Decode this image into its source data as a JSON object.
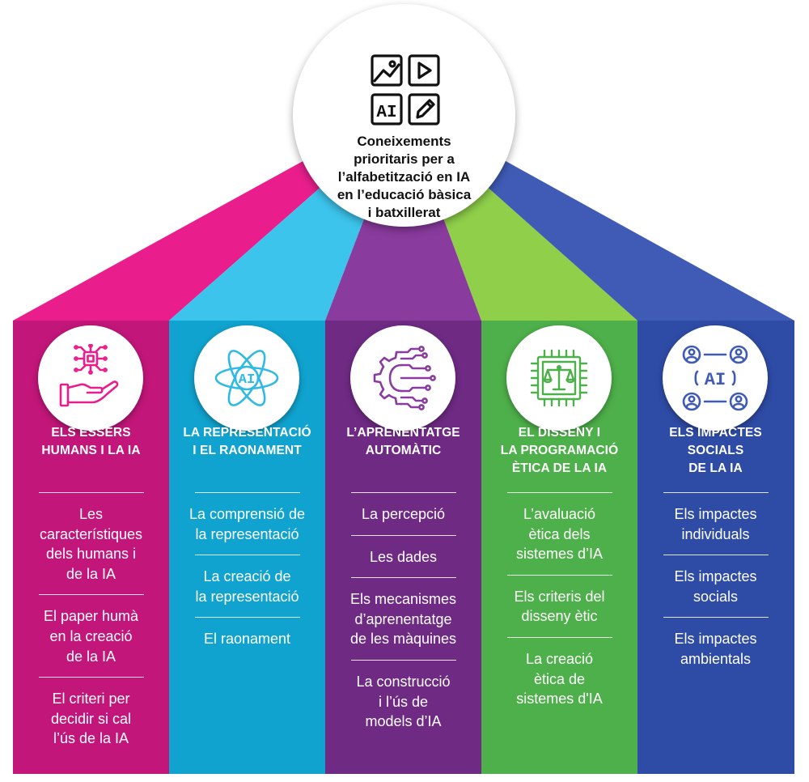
{
  "colors": {
    "magenta": "#e91e8c",
    "magenta_dark": "#c3167a",
    "cyan": "#3cc4ec",
    "cyan_dark": "#10a3cf",
    "purple": "#8a3b9e",
    "purple_dark": "#6f2a84",
    "green": "#8fcf4a",
    "green_dark": "#4eb04a",
    "blue": "#3f5bb5",
    "blue_dark": "#2e4ba6"
  },
  "header": {
    "icon_ai_text": "AI",
    "title_lines": [
      "Coneixements",
      "prioritaris per a",
      "l’alfabetització en IA",
      "en l’educació bàsica",
      "i batxillerat"
    ]
  },
  "columns": [
    {
      "icon": "hand-chip-icon",
      "title_lines": [
        "ELS ÉSSERS",
        "HUMANS I LA IA"
      ],
      "items": [
        [
          "Les",
          "característiques",
          "dels humans i",
          "de la IA"
        ],
        [
          "El paper humà",
          "en la creació",
          "de la IA"
        ],
        [
          "El criteri per",
          "decidir si cal",
          "l’ús de la IA"
        ]
      ]
    },
    {
      "icon": "ai-atom-icon",
      "icon_text": "AI",
      "title_lines": [
        "LA REPRESENTACIÓ",
        "I EL RAONAMENT"
      ],
      "items": [
        [
          "La comprensió de",
          "la representació"
        ],
        [
          "La creació de",
          "la representació"
        ],
        [
          "El raonament"
        ]
      ]
    },
    {
      "icon": "gear-circuit-icon",
      "title_lines": [
        "L’APRENENTATGE",
        "AUTOMÀTIC"
      ],
      "items": [
        [
          "La percepció"
        ],
        [
          "Les dades"
        ],
        [
          "Els mecanismes",
          "d’aprenentatge",
          "de les màquines"
        ],
        [
          "La construcció",
          "i l’ús de",
          "models d’IA"
        ]
      ]
    },
    {
      "icon": "chip-scales-icon",
      "title_lines": [
        "EL DISSENY I",
        "LA PROGRAMACIÓ",
        "ÈTICA DE LA IA"
      ],
      "items": [
        [
          "L’avaluació",
          "ètica dels",
          "sistemes d’IA"
        ],
        [
          "Els criteris del",
          "disseny ètic"
        ],
        [
          "La creació",
          "ètica de",
          "sistemes d'IA"
        ]
      ]
    },
    {
      "icon": "people-network-icon",
      "icon_text": "AI",
      "title_lines": [
        "ELS IMPACTES",
        "SOCIALS",
        "DE LA IA"
      ],
      "items": [
        [
          "Els impactes",
          "individuals"
        ],
        [
          "Els impactes",
          "socials"
        ],
        [
          "Els impactes",
          "ambientals"
        ]
      ]
    }
  ]
}
